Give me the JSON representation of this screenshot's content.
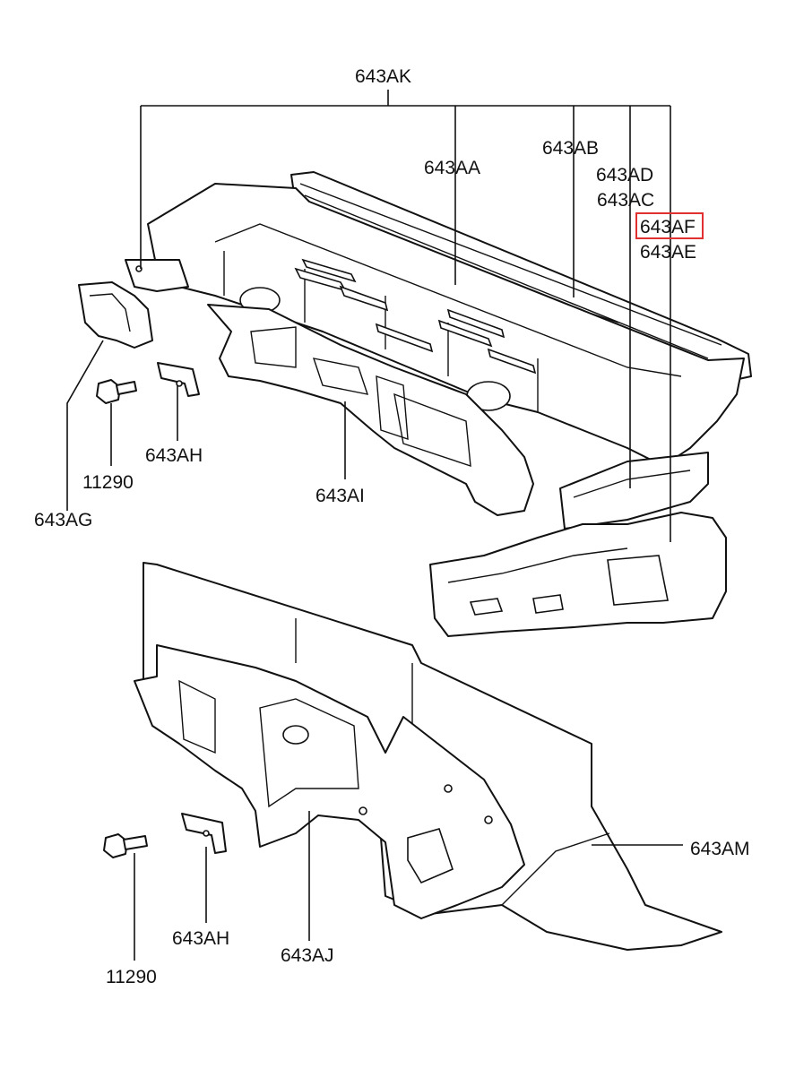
{
  "labels": {
    "l643AK": "643AK",
    "l643AA": "643AA",
    "l643AB": "643AB",
    "l643AD": "643AD",
    "l643AC": "643AC",
    "l643AF": "643AF",
    "l643AE": "643AE",
    "l643AH_top": "643AH",
    "l11290_top": "11290",
    "l643AG": "643AG",
    "l643AI": "643AI",
    "l643AM": "643AM",
    "l643AH_bottom": "643AH",
    "l643AJ": "643AJ",
    "l11290_bottom": "11290"
  },
  "highlight": {
    "label": "643AF",
    "color": "#e03030"
  }
}
